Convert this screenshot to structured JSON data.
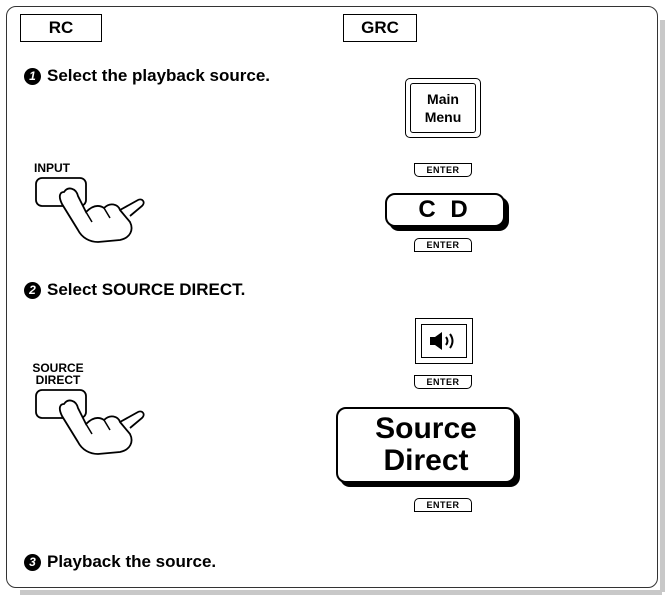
{
  "tags": {
    "rc": "RC",
    "grc": "GRC"
  },
  "steps": [
    {
      "number": "1",
      "text": "Select the playback source."
    },
    {
      "number": "2",
      "text": "Select SOURCE DIRECT."
    },
    {
      "number": "3",
      "text": "Playback the source."
    }
  ],
  "remote": {
    "input_label": "INPUT",
    "source_direct_label_line1": "SOURCE",
    "source_direct_label_line2": "DIRECT"
  },
  "grc": {
    "main_menu_line1": "Main",
    "main_menu_line2": "Menu",
    "enter_label": "ENTER",
    "cd_label": "C D",
    "source_direct_line1": "Source",
    "source_direct_line2": "Direct",
    "speaker_icon": "speaker-icon"
  }
}
